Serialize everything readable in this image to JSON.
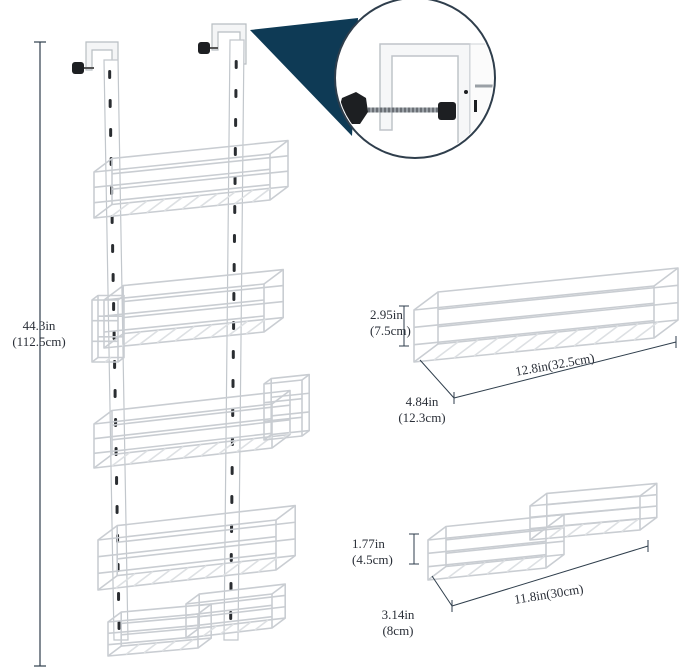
{
  "colors": {
    "dimension_line": "#2f3e4c",
    "callout_fill": "#0e3a55",
    "wire": "#c9cdd2",
    "wire_dark": "#9aa0a6",
    "knob": "#1d1f22"
  },
  "dimensions": {
    "total_height": {
      "imperial": "44.3in",
      "metric": "(112.5cm)"
    },
    "large_basket": {
      "height": {
        "imperial": "2.95in",
        "metric": "(7.5cm)"
      },
      "depth": {
        "imperial": "4.84in",
        "metric": "(12.3cm)"
      },
      "width": "12.8in(32.5cm)"
    },
    "small_basket": {
      "height": {
        "imperial": "1.77in",
        "metric": "(4.5cm)"
      },
      "depth": {
        "imperial": "3.14in",
        "metric": "(8cm)"
      },
      "width": "11.8in(30cm)"
    }
  }
}
